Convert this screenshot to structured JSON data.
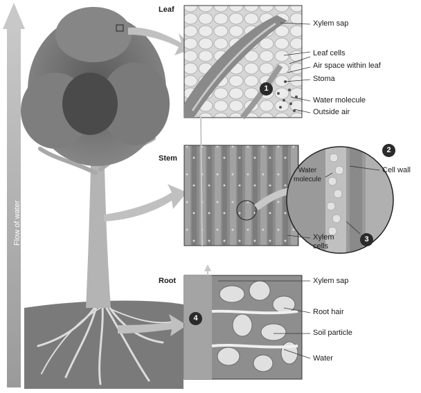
{
  "flow_label": "Flow of water",
  "panels": {
    "leaf": "Leaf",
    "stem": "Stem",
    "root": "Root"
  },
  "leaf_labels": {
    "xylem_sap": "Xylem sap",
    "leaf_cells": "Leaf cells",
    "air_space": "Air space within leaf",
    "stoma": "Stoma",
    "water_molecule": "Water molecule",
    "outside_air": "Outside air"
  },
  "stem_labels": {
    "water_molecule": "Water\nmolecule",
    "cell_wall": "Cell wall",
    "xylem_cells": "Xylem\ncells"
  },
  "root_labels": {
    "xylem_sap": "Xylem sap",
    "root_hair": "Root hair",
    "soil_particle": "Soil particle",
    "water": "Water"
  },
  "badges": [
    "1",
    "2",
    "3",
    "4"
  ]
}
